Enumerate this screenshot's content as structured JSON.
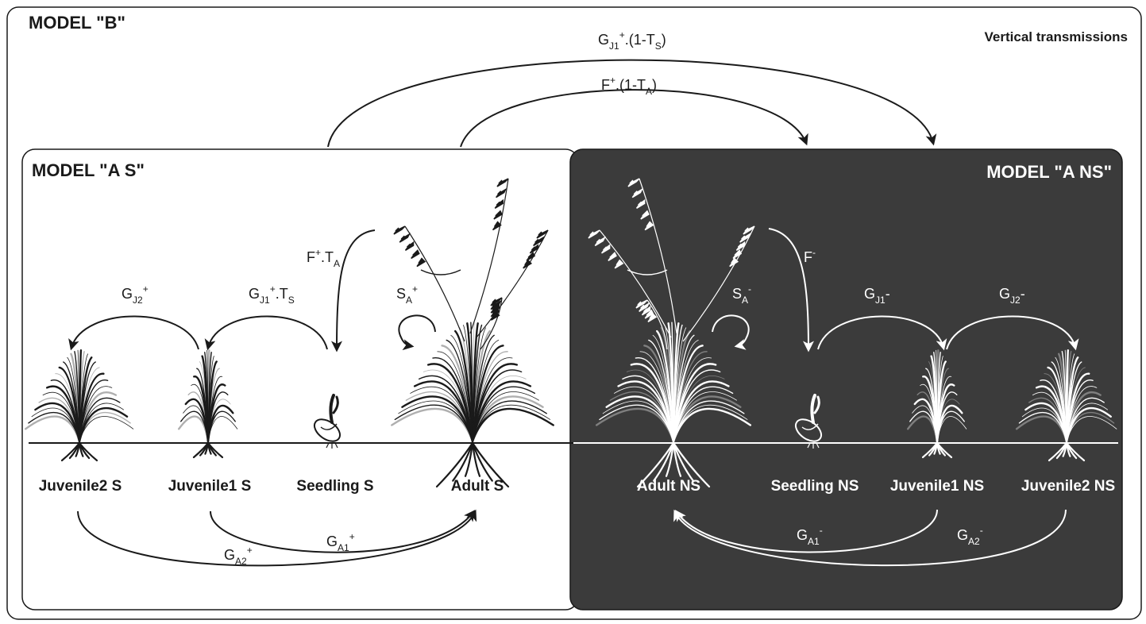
{
  "colors": {
    "background": "#ffffff",
    "ns_panel": "#3b3b3b",
    "ink_dark": "#1a1a1a",
    "ink_light": "#ffffff"
  },
  "titles": {
    "model_b": "MODEL \"B\"",
    "vertical_transmissions": "Vertical transmissions",
    "model_a_s": "MODEL \"A S\"",
    "model_a_ns": "MODEL \"A NS\""
  },
  "stages": {
    "s": [
      "Juvenile2 S",
      "Juvenile1 S",
      "Seedling S",
      "Adult S"
    ],
    "ns": [
      "Adult NS",
      "Seedling NS",
      "Juvenile1 NS",
      "Juvenile2 NS"
    ]
  },
  "rates": {
    "b_top": {
      "main": "G",
      "sub": "J1",
      "sup": "+",
      "tail": ".(1-T",
      "tail_sub": "S",
      "end": ")"
    },
    "b_mid": {
      "main": "F",
      "sup": "+",
      "tail": ".(1-T",
      "tail_sub": "A",
      "end": ")"
    },
    "f_s": {
      "main": "F",
      "sup": "+",
      "tail": ".T",
      "tail_sub": "A"
    },
    "gj2_s": {
      "main": "G",
      "sub": "J2",
      "sup": "+"
    },
    "gj1_s": {
      "main": "G",
      "sub": "J1",
      "sup": "+",
      "tail": ".T",
      "tail_sub": "S"
    },
    "sa_s": {
      "main": "S",
      "sub": "A",
      "sup": "+"
    },
    "ga1_s": {
      "main": "G",
      "sub": "A1",
      "sup": "+"
    },
    "ga2_s": {
      "main": "G",
      "sub": "A2",
      "sup": "+"
    },
    "f_ns": {
      "main": "F",
      "sup": "-"
    },
    "sa_ns": {
      "main": "S",
      "sub": "A",
      "sup": "-"
    },
    "gj1_ns": {
      "main": "G",
      "sub": "J1",
      "tail": "-"
    },
    "gj2_ns": {
      "main": "G",
      "sub": "J2",
      "tail": "-"
    },
    "ga1_ns": {
      "main": "G",
      "sub": "A1",
      "sup": "-"
    },
    "ga2_ns": {
      "main": "G",
      "sub": "A2",
      "sup": "-"
    }
  },
  "icons": [
    "grass-tussock-icon",
    "seedling-icon",
    "flowering-grass-icon",
    "roots-icon"
  ]
}
